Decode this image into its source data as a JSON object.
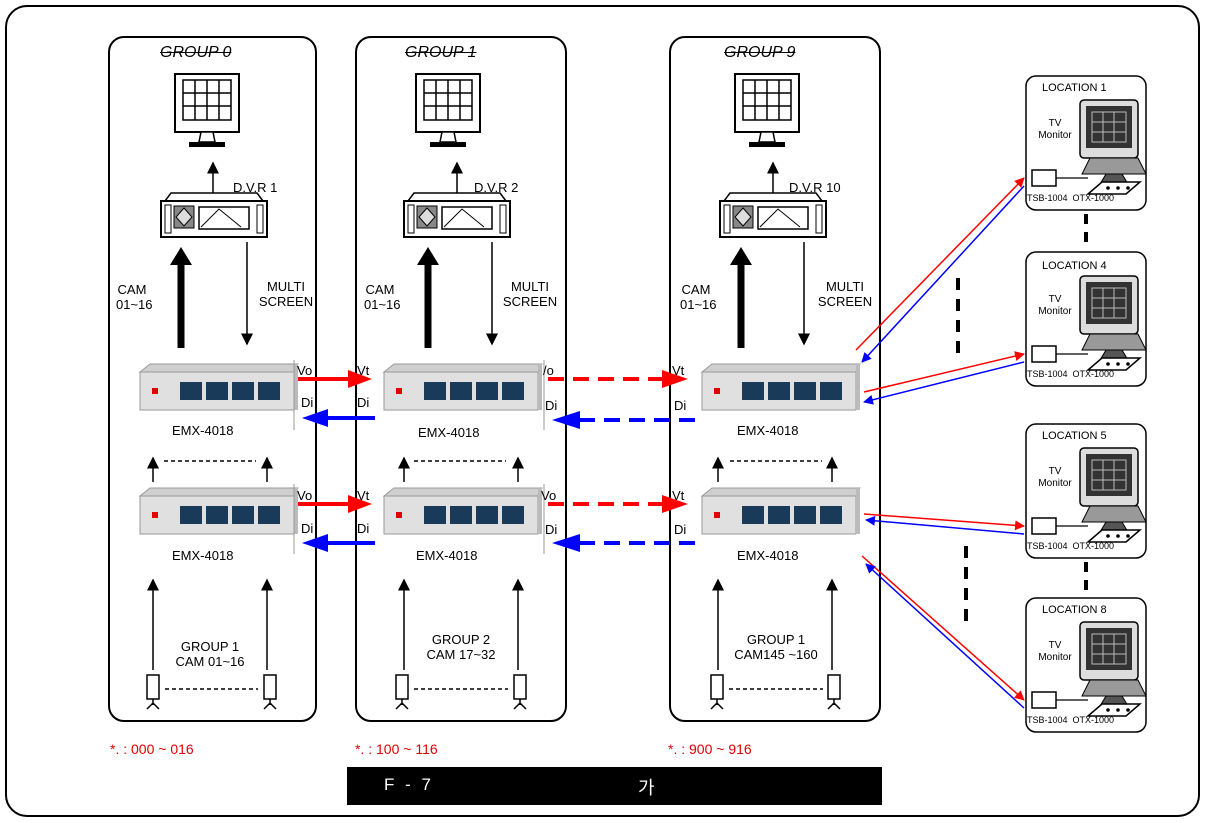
{
  "groups": [
    {
      "title": "GROUP 0",
      "dvr": "D.V.R 1",
      "cam": [
        "CAM",
        "01~16"
      ],
      "multi": [
        "MULTI",
        "SCREEN"
      ],
      "top_unit": "EMX-4018",
      "bottom_unit": "EMX-4018",
      "vo1": "Vo",
      "di1": "Di",
      "vo2": "Vo",
      "di2": "Di",
      "footer": [
        "GROUP 1",
        "CAM  01~16"
      ],
      "range": "*.            : 000  ~  016"
    },
    {
      "title": "GROUP 1",
      "dvr": "D.V.R 2",
      "cam": [
        "CAM",
        "01~16"
      ],
      "multi": [
        "MULTI",
        "SCREEN"
      ],
      "top_unit": "EMX-4018",
      "bottom_unit": "EMX-4018",
      "vt1": "Vt",
      "di_l1": "Di",
      "vo1": "/o",
      "di1": "Di",
      "vt2": "Vt",
      "di_l2": "Di",
      "vo2": "Vo",
      "di2": "Di",
      "footer": [
        "GROUP  2",
        "CAM  17~32"
      ],
      "range": "*.            : 100  ~  116"
    },
    {
      "title": "GROUP 9",
      "dvr": "D.V.R 10",
      "cam": [
        "CAM",
        "01~16"
      ],
      "multi": [
        "MULTI",
        "SCREEN"
      ],
      "top_unit": "EMX-4018",
      "bottom_unit": "EMX-4018",
      "vt1": "Vt",
      "di_l1": "Di",
      "vt2": "Vt",
      "di_l2": "Di",
      "footer": [
        "GROUP 1",
        "CAM145  ~160"
      ],
      "range": "*.            : 900  ~  916"
    }
  ],
  "locations": [
    {
      "title": "LOCATION 1",
      "tv": "TV",
      "monitor": "Monitor",
      "tsb": "TSB-1004",
      "otx": "OTX-1000"
    },
    {
      "title": "LOCATION 4",
      "tv": "TV",
      "monitor": "Monitor",
      "tsb": "TSB-1004",
      "otx": "OTX-1000"
    },
    {
      "title": "LOCATION 5",
      "tv": "TV",
      "monitor": "Monitor",
      "tsb": "TSB-1004",
      "otx": "OTX-1000"
    },
    {
      "title": "LOCATION 8",
      "tv": "TV",
      "monitor": "Monitor",
      "tsb": "TSB-1004",
      "otx": "OTX-1000"
    }
  ],
  "caption": {
    "fig": "F - 7",
    "suffix": "가"
  },
  "colors": {
    "video_out": "#ff0000",
    "data_in": "#0000ff",
    "unit_body": "#e0e0e0"
  }
}
